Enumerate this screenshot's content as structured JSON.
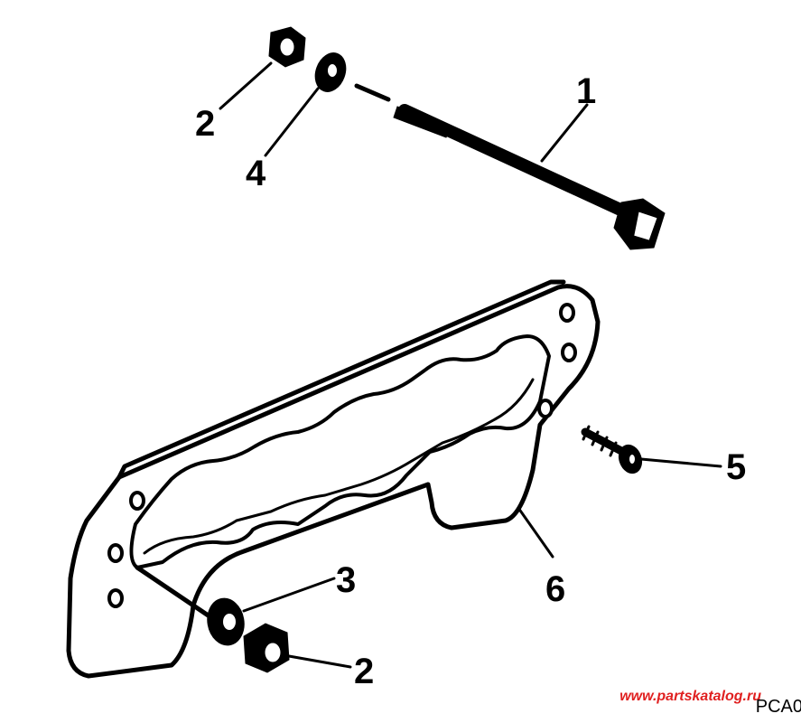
{
  "callouts": {
    "c1": "1",
    "c2_top": "2",
    "c4": "4",
    "c3": "3",
    "c2_bottom": "2",
    "c5": "5",
    "c6": "6"
  },
  "watermark": "www.partskatalog.ru",
  "figure_code": "PCA0"
}
